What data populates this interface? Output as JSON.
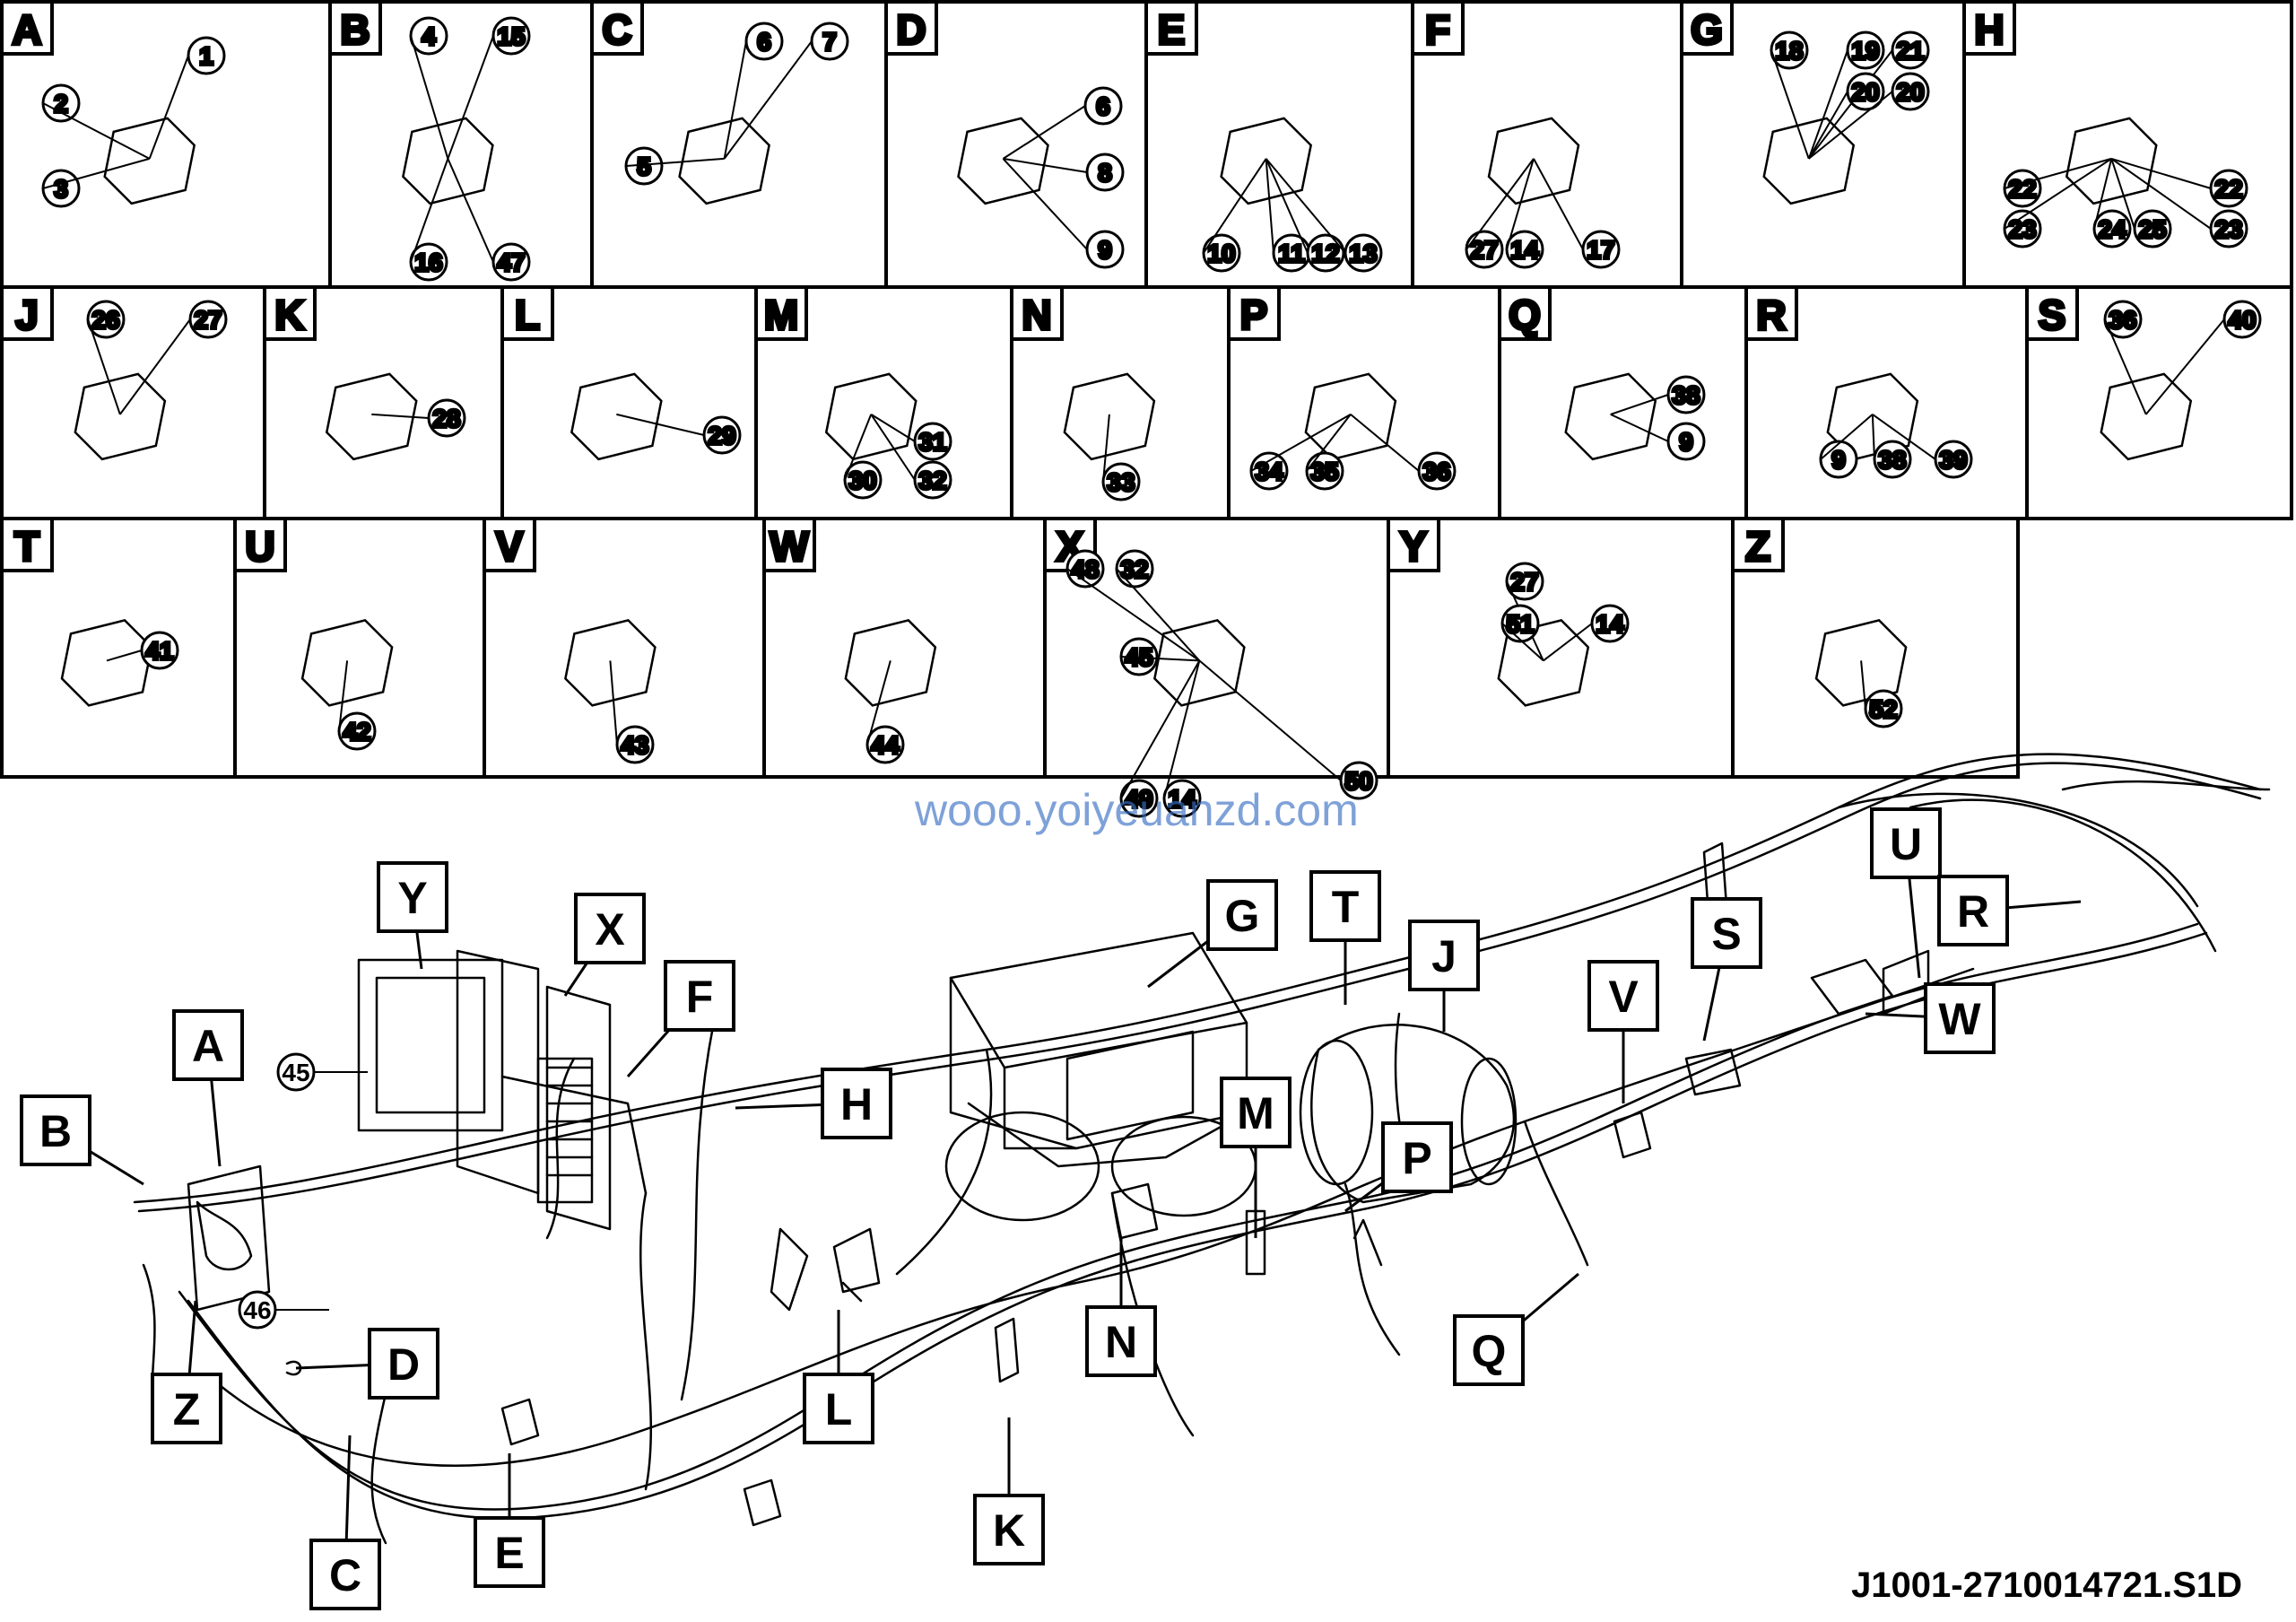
{
  "watermark": "wooo.yoiyeuanzd.com",
  "drawing_code": "J1001-2710014721.S1D",
  "panels": [
    {
      "letter": "A",
      "numbers": [
        "1",
        "2",
        "3"
      ]
    },
    {
      "letter": "B",
      "numbers": [
        "4",
        "15",
        "16",
        "47"
      ]
    },
    {
      "letter": "C",
      "numbers": [
        "6",
        "7",
        "5"
      ]
    },
    {
      "letter": "D",
      "numbers": [
        "6",
        "8",
        "9"
      ]
    },
    {
      "letter": "E",
      "numbers": [
        "10",
        "11",
        "12",
        "13"
      ]
    },
    {
      "letter": "F",
      "numbers": [
        "27",
        "14",
        "17"
      ]
    },
    {
      "letter": "G",
      "numbers": [
        "18",
        "19",
        "21",
        "20",
        "20"
      ]
    },
    {
      "letter": "H",
      "numbers": [
        "22",
        "23",
        "24",
        "25",
        "22",
        "23"
      ]
    },
    {
      "letter": "J",
      "numbers": [
        "26",
        "27"
      ]
    },
    {
      "letter": "K",
      "numbers": [
        "28"
      ]
    },
    {
      "letter": "L",
      "numbers": [
        "29"
      ]
    },
    {
      "letter": "M",
      "numbers": [
        "31",
        "30",
        "32"
      ]
    },
    {
      "letter": "N",
      "numbers": [
        "33"
      ]
    },
    {
      "letter": "P",
      "numbers": [
        "34",
        "35",
        "36"
      ]
    },
    {
      "letter": "Q",
      "numbers": [
        "38",
        "9"
      ]
    },
    {
      "letter": "R",
      "numbers": [
        "9",
        "38",
        "39"
      ]
    },
    {
      "letter": "S",
      "numbers": [
        "36",
        "40"
      ]
    },
    {
      "letter": "T",
      "numbers": [
        "41"
      ]
    },
    {
      "letter": "U",
      "numbers": [
        "42"
      ]
    },
    {
      "letter": "V",
      "numbers": [
        "43"
      ]
    },
    {
      "letter": "W",
      "numbers": [
        "44"
      ]
    },
    {
      "letter": "X",
      "numbers": [
        "48",
        "32",
        "45",
        "50",
        "49",
        "14"
      ]
    },
    {
      "letter": "Y",
      "numbers": [
        "27",
        "14",
        "51"
      ]
    },
    {
      "letter": "Z",
      "numbers": [
        "52"
      ]
    }
  ],
  "callouts": [
    "Y",
    "X",
    "F",
    "A",
    "B",
    "H",
    "G",
    "T",
    "J",
    "M",
    "P",
    "N",
    "L",
    "K",
    "E",
    "C",
    "D",
    "Z",
    "U",
    "R",
    "S",
    "V",
    "W",
    "Q"
  ],
  "extra_numbers": [
    "45",
    "46"
  ]
}
